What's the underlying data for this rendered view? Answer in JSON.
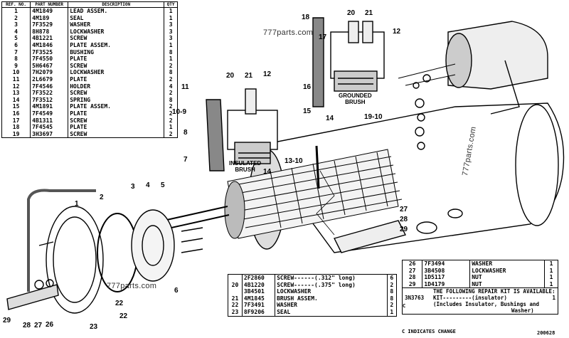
{
  "parts_table": {
    "headers": [
      "REF. NO.",
      "PART NUMBER",
      "DESCRIPTION",
      "QTY"
    ],
    "rows": [
      [
        "1",
        "4M1849",
        "LEAD ASSEM.",
        "1"
      ],
      [
        "2",
        "4M189",
        "SEAL",
        "1"
      ],
      [
        "3",
        "7F3529",
        "WASHER",
        "3"
      ],
      [
        "4",
        "8H878",
        "LOCKWASHER",
        "3"
      ],
      [
        "5",
        "4B1221",
        "SCREW",
        "3"
      ],
      [
        "6",
        "4M1846",
        "PLATE ASSEM.",
        "1"
      ],
      [
        "7",
        "7F3525",
        "BUSHING",
        "8"
      ],
      [
        "8",
        "7F4550",
        "PLATE",
        "1"
      ],
      [
        "9",
        "5H6467",
        "SCREW",
        "2"
      ],
      [
        "10",
        "7H2079",
        "LOCKWASHER",
        "8"
      ],
      [
        "11",
        "2L6679",
        "PLATE",
        "2"
      ],
      [
        "12",
        "7F4546",
        "HOLDER",
        "4"
      ],
      [
        "13",
        "7F3522",
        "SCREW",
        "2"
      ],
      [
        "14",
        "7F3512",
        "SPRING",
        "8"
      ],
      [
        "15",
        "4M1891",
        "PLATE ASSEM.",
        "2"
      ],
      [
        "16",
        "7F4549",
        "PLATE",
        "2"
      ],
      [
        "17",
        "4B1311",
        "SCREW",
        "2"
      ],
      [
        "18",
        "7F4545",
        "PLATE",
        "1"
      ],
      [
        "19",
        "3H3697",
        "SCREW",
        "2"
      ]
    ]
  },
  "table_bottom": {
    "rows": [
      [
        "",
        "2F2860",
        "SCREW------(.312\" long)",
        "6"
      ],
      [
        "20",
        "4B1220",
        "SCREW------(.375\" long)",
        "2"
      ],
      [
        "",
        "3B4501",
        "LOCKWASHER",
        "8"
      ],
      [
        "21",
        "4M1845",
        "BRUSH ASSEM.",
        "8"
      ],
      [
        "22",
        "7F3491",
        "WASHER",
        "2"
      ],
      [
        "23",
        "8F9206",
        "SEAL",
        "1"
      ]
    ]
  },
  "table_right": {
    "rows": [
      [
        "26",
        "7F3494",
        "WASHER",
        "1"
      ],
      [
        "27",
        "3B4508",
        "LOCKWASHER",
        "1"
      ],
      [
        "28",
        "1D5117",
        "NUT",
        "1"
      ],
      [
        "29",
        "1D4179",
        "NUT",
        "1"
      ]
    ],
    "kit_heading": "THE FOLLOWING REPAIR KIT IS AVAILABLE:",
    "kit_mark": "C",
    "kit_part": "3N3763",
    "kit_desc": "KIT---------(insulator)",
    "kit_note1": "(Includes Insulator, Bushings and",
    "kit_note2": "Washer)",
    "kit_qty": "1"
  },
  "footer": {
    "change_note": "C INDICATES CHANGE",
    "code": "200628"
  },
  "captions": {
    "grounded_brush": [
      "GROUNDED",
      "BRUSH"
    ],
    "insulated_brush": [
      "INSULATED",
      "BRUSH"
    ]
  },
  "callouts": [
    "18",
    "17",
    "20",
    "21",
    "12",
    "16",
    "14",
    "15",
    "19-10",
    "11",
    "20",
    "21",
    "12",
    "10-9",
    "8",
    "7",
    "14",
    "13-10",
    "1",
    "2",
    "3",
    "4",
    "5",
    "6",
    "22",
    "22",
    "23",
    "29",
    "28",
    "27",
    "26",
    "27",
    "28",
    "29"
  ],
  "watermarks": [
    "777parts.com",
    "777parts.com",
    "777parts.com"
  ]
}
